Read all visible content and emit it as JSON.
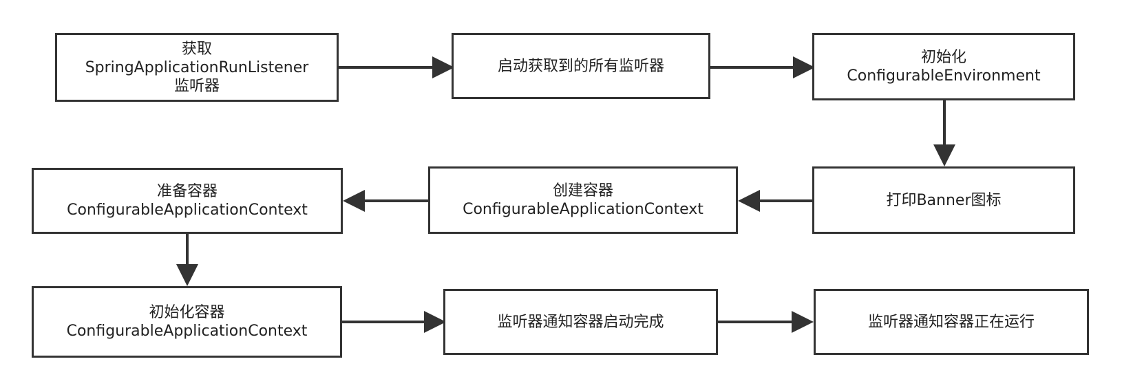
{
  "nodes": {
    "n1": {
      "lines": [
        "获取",
        "SpringApplicationRunListener",
        "监听器"
      ]
    },
    "n2": {
      "lines": [
        "启动获取到的所有监听器"
      ]
    },
    "n3": {
      "lines": [
        "初始化",
        "ConfigurableEnvironment"
      ]
    },
    "n4": {
      "lines": [
        "打印Banner图标"
      ]
    },
    "n5": {
      "lines": [
        "创建容器",
        "ConfigurableApplicationContext"
      ]
    },
    "n6": {
      "lines": [
        "准备容器",
        "ConfigurableApplicationContext"
      ]
    },
    "n7": {
      "lines": [
        "初始化容器",
        "ConfigurableApplicationContext"
      ]
    },
    "n8": {
      "lines": [
        "监听器通知容器启动完成"
      ]
    },
    "n9": {
      "lines": [
        "监听器通知容器正在运行"
      ]
    }
  },
  "edges": [
    {
      "from": "n1",
      "to": "n2"
    },
    {
      "from": "n2",
      "to": "n3"
    },
    {
      "from": "n3",
      "to": "n4"
    },
    {
      "from": "n4",
      "to": "n5"
    },
    {
      "from": "n5",
      "to": "n6"
    },
    {
      "from": "n6",
      "to": "n7"
    },
    {
      "from": "n7",
      "to": "n8"
    },
    {
      "from": "n8",
      "to": "n9"
    }
  ],
  "colors": {
    "stroke": "#333333",
    "text": "#222222",
    "background": "#ffffff"
  }
}
